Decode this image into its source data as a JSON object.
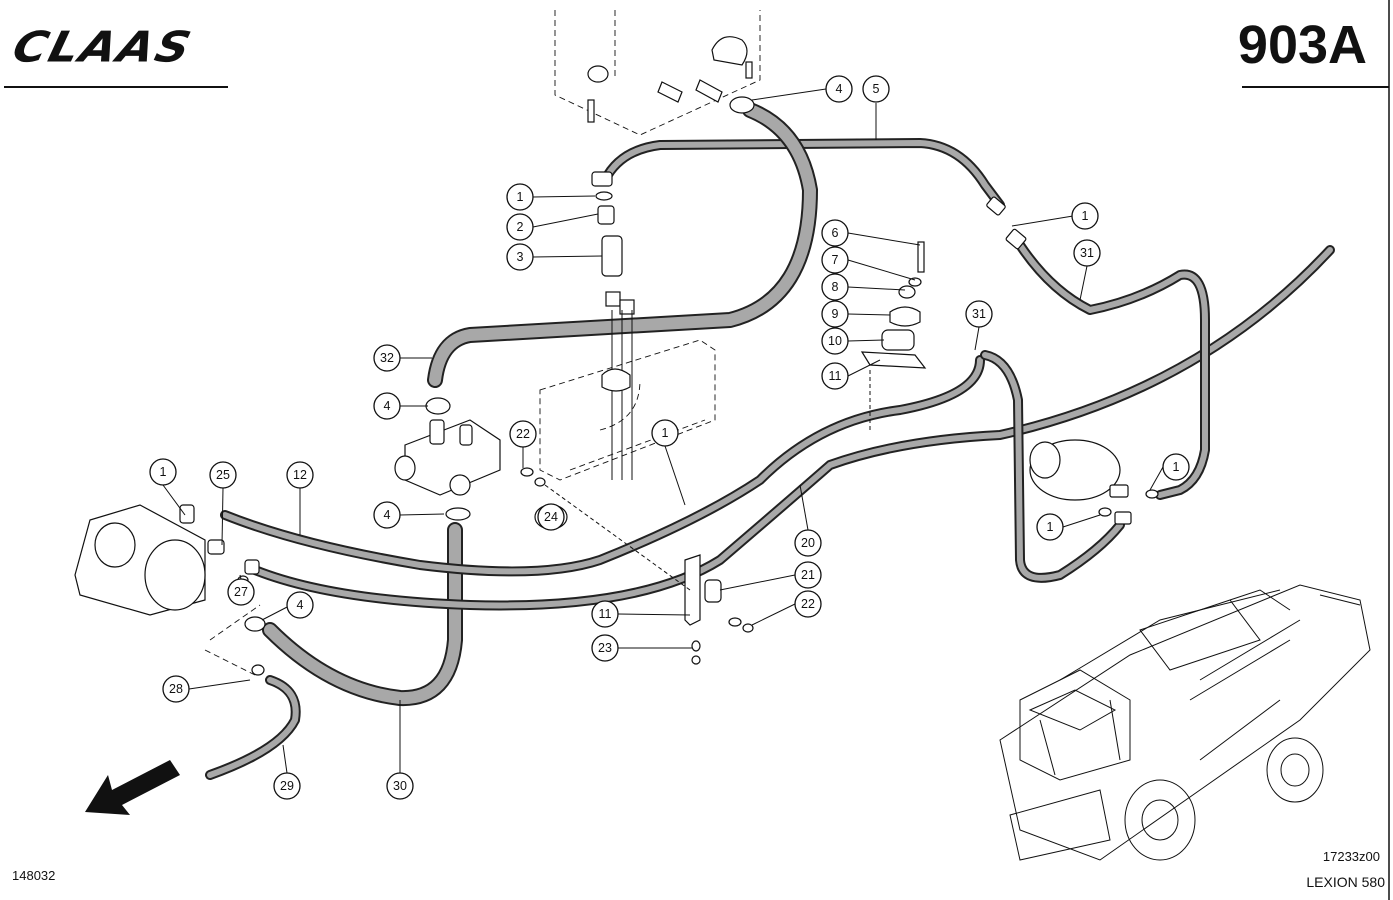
{
  "header": {
    "brand": "CLAAS",
    "sheet_number": "903A"
  },
  "footer": {
    "drawing_number": "148032",
    "reference_code": "17233z00",
    "model": "LEXION 580"
  },
  "callouts": [
    {
      "id": "c-1a",
      "label": "1"
    },
    {
      "id": "c-2",
      "label": "2"
    },
    {
      "id": "c-3",
      "label": "3"
    },
    {
      "id": "c-4a",
      "label": "4"
    },
    {
      "id": "c-5",
      "label": "5"
    },
    {
      "id": "c-1b",
      "label": "1"
    },
    {
      "id": "c-31a",
      "label": "31"
    },
    {
      "id": "c-6",
      "label": "6"
    },
    {
      "id": "c-7",
      "label": "7"
    },
    {
      "id": "c-8",
      "label": "8"
    },
    {
      "id": "c-9",
      "label": "9"
    },
    {
      "id": "c-10",
      "label": "10"
    },
    {
      "id": "c-11a",
      "label": "11"
    },
    {
      "id": "c-31b",
      "label": "31"
    },
    {
      "id": "c-32",
      "label": "32"
    },
    {
      "id": "c-4b",
      "label": "4"
    },
    {
      "id": "c-22a",
      "label": "22"
    },
    {
      "id": "c-1c",
      "label": "1"
    },
    {
      "id": "c-1d",
      "label": "1"
    },
    {
      "id": "c-1e",
      "label": "1"
    },
    {
      "id": "c-25",
      "label": "25"
    },
    {
      "id": "c-12",
      "label": "12"
    },
    {
      "id": "c-1f",
      "label": "1"
    },
    {
      "id": "c-4c",
      "label": "4"
    },
    {
      "id": "c-24",
      "label": "24"
    },
    {
      "id": "c-20",
      "label": "20"
    },
    {
      "id": "c-27",
      "label": "27"
    },
    {
      "id": "c-4d",
      "label": "4"
    },
    {
      "id": "c-21",
      "label": "21"
    },
    {
      "id": "c-22b",
      "label": "22"
    },
    {
      "id": "c-11b",
      "label": "11"
    },
    {
      "id": "c-23",
      "label": "23"
    },
    {
      "id": "c-28",
      "label": "28"
    },
    {
      "id": "c-29",
      "label": "29"
    },
    {
      "id": "c-30",
      "label": "30"
    }
  ]
}
